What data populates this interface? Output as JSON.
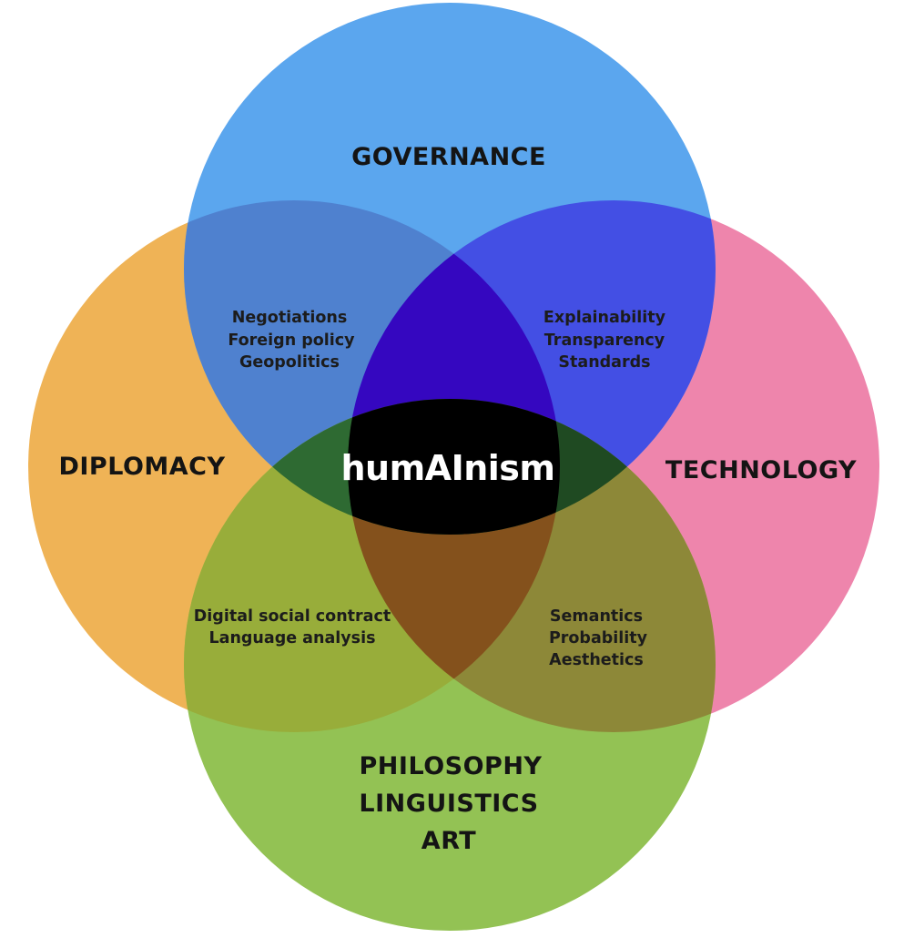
{
  "circles": {
    "governance": {
      "label": "GOVERNANCE",
      "color": "#5ba6ee"
    },
    "diplomacy": {
      "label": "DIPLOMACY",
      "color": "#efb356"
    },
    "technology": {
      "label": "TECHNOLOGY",
      "color": "#ee85ac"
    },
    "philosophy": {
      "lines": [
        "PHILOSOPHY",
        "LINGUISTICS",
        "ART"
      ],
      "color": "#93c254"
    }
  },
  "overlaps": {
    "governance_diplomacy": {
      "lines": [
        "Negotiations",
        "Foreign policy",
        "Geopolitics"
      ],
      "color": "#4f81cf"
    },
    "governance_technology": {
      "lines": [
        "Explainability",
        "Transparency",
        "Standards"
      ],
      "color": "#434fe4"
    },
    "diplomacy_philosophy": {
      "lines": [
        "Digital social contract",
        "Language analysis"
      ],
      "color": "#98ad3a"
    },
    "technology_philosophy": {
      "lines": [
        "Semantics",
        "Probability",
        "Aesthetics"
      ],
      "color": "#8d8838"
    },
    "governance_diplomacy_technology": {
      "color": "#3507c0"
    },
    "diplomacy_technology_philosophy": {
      "color": "#84511c"
    },
    "governance_diplomacy_philosophy": {
      "color": "#2e6a32"
    },
    "governance_technology_philosophy": {
      "color": "#1f4a22"
    }
  },
  "center": {
    "label": "humAInism",
    "color": "#000000",
    "text_color": "#ffffff"
  }
}
